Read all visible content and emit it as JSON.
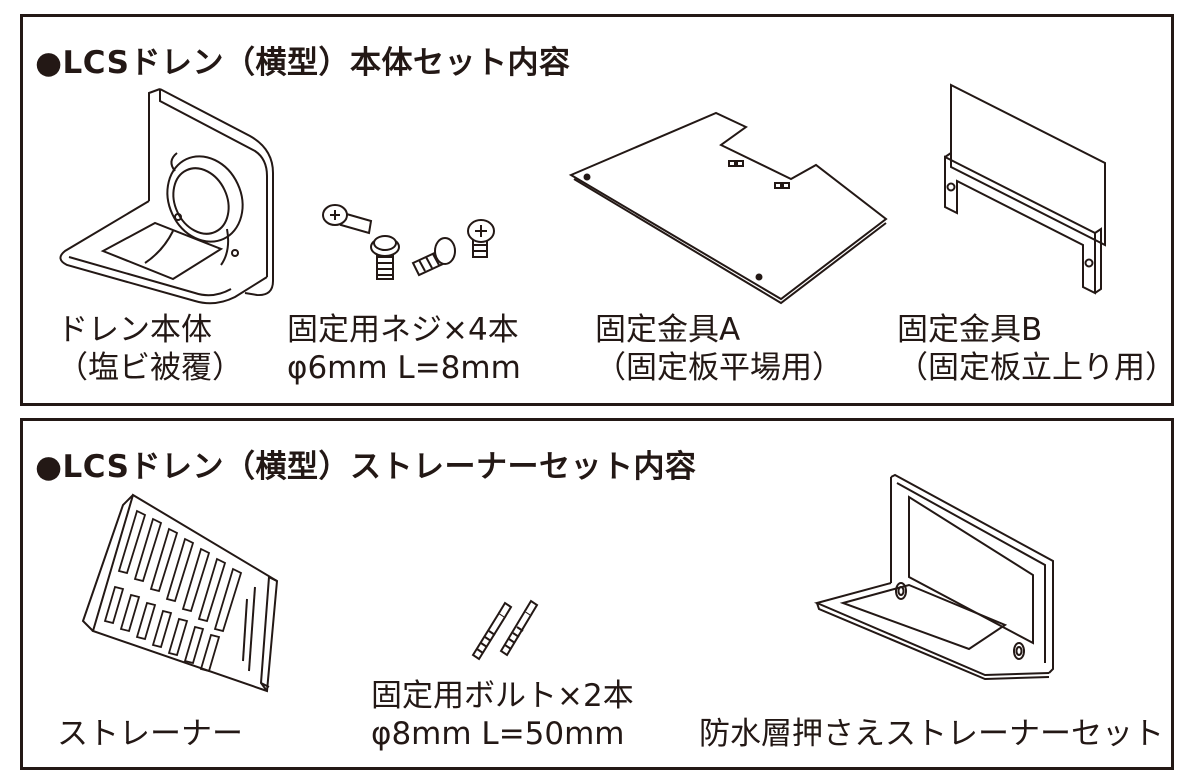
{
  "main_set": {
    "heading": "●LCSドレン（横型）本体セット内容",
    "items": [
      {
        "line1": "ドレン本体",
        "line2": "（塩ビ被覆）",
        "icon": "drain-body-icon"
      },
      {
        "line1": "固定用ネジ×4本",
        "line2": "φ6mm L=8mm",
        "icon": "screws-icon"
      },
      {
        "line1": "固定金具A",
        "line2": "（固定板平場用）",
        "icon": "bracket-a-icon"
      },
      {
        "line1": "固定金具B",
        "line2": "（固定板立上り用）",
        "icon": "bracket-b-icon"
      }
    ]
  },
  "strainer_set": {
    "heading": "●LCSドレン（横型）ストレーナーセット内容",
    "items": [
      {
        "line1": "ストレーナー",
        "line2": "",
        "icon": "strainer-icon"
      },
      {
        "line1": "固定用ボルト×2本",
        "line2": "φ8mm L=50mm",
        "icon": "bolts-icon"
      },
      {
        "line1": "防水層押さえストレーナーセット",
        "line2": "",
        "icon": "retainer-frame-icon"
      }
    ]
  }
}
